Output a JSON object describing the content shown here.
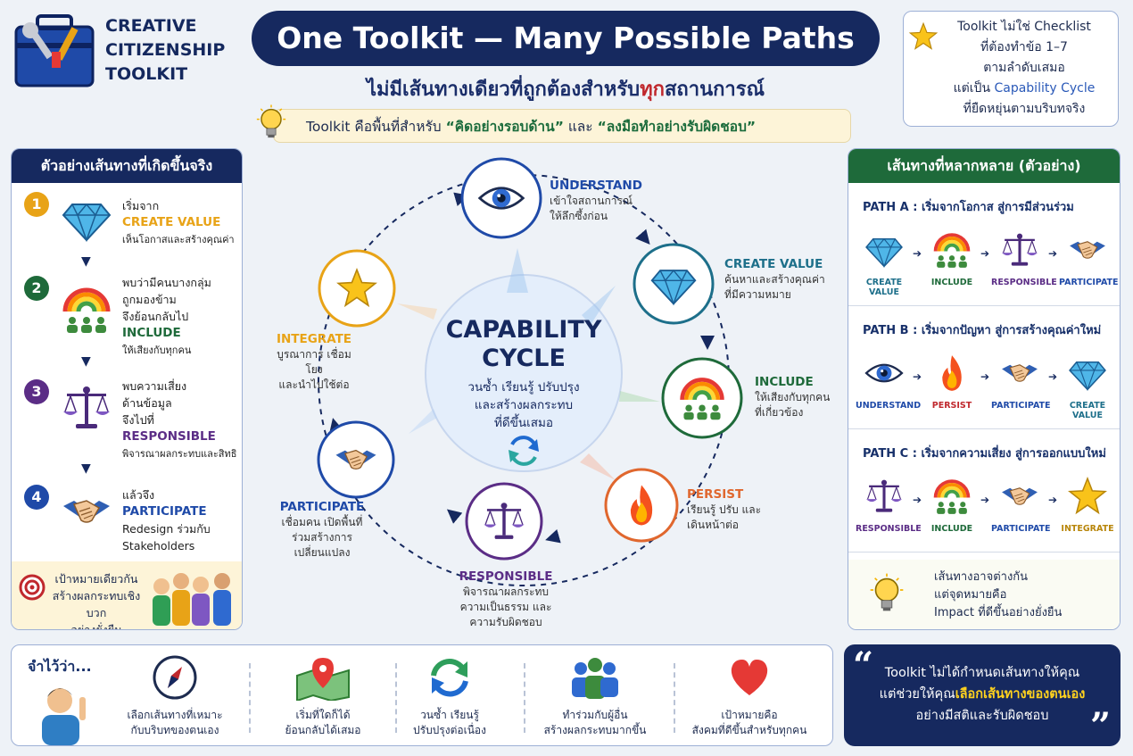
{
  "logo": {
    "line1": "CREATIVE",
    "line2": "CITIZENSHIP",
    "line3": "TOOLKIT"
  },
  "title": "One Toolkit — Many Possible Paths",
  "subtitle": {
    "before": "ไม่มีเส้นทางเดียวที่ถูกต้องสำหรับ",
    "highlight": "ทุก",
    "after": "สถานการณ์"
  },
  "toolkit_note": {
    "a": "Toolkit คือพื้นที่สำหรับ ",
    "q1": "“คิดอย่างรอบด้าน”",
    "mid": " และ ",
    "q2": "“ลงมือทำอย่างรับผิดชอบ”"
  },
  "top_right": {
    "l1": "Toolkit ไม่ใช่ Checklist",
    "l2": "ที่ต้องทำข้อ 1–7",
    "l3": "ตามลำดับเสมอ",
    "l4a": "แต่เป็น ",
    "l4b": "Capability Cycle",
    "l5": "ที่ยืดหยุ่นตามบริบทจริง"
  },
  "left": {
    "header": "ตัวอย่างเส้นทางที่เกิดขึ้นจริง",
    "steps": [
      {
        "num": "1",
        "lines": [
          "เริ่มจาก"
        ],
        "key": "CREATE VALUE",
        "desc": [
          "เห็นโอกาสและสร้างคุณค่า"
        ]
      },
      {
        "num": "2",
        "lines": [
          "พบว่ามีคนบางกลุ่ม",
          "ถูกมองข้าม",
          "จึงย้อนกลับไป"
        ],
        "key": "INCLUDE",
        "desc": [
          "ให้เสียงกับทุกคน"
        ]
      },
      {
        "num": "3",
        "lines": [
          "พบความเสี่ยง",
          "ด้านข้อมูล",
          "จึงไปที่"
        ],
        "key": "RESPONSIBLE",
        "desc": [
          "พิจารณาผลกระทบและสิทธิ"
        ]
      },
      {
        "num": "4",
        "lines": [
          "แล้วจึง"
        ],
        "key": "PARTICIPATE",
        "desc": [
          "Redesign ร่วมกับ",
          "Stakeholders"
        ]
      }
    ],
    "footer": [
      "เป้าหมายเดียวกัน",
      "สร้างผลกระทบเชิงบวก",
      "อย่างยั่งยืน"
    ]
  },
  "cycle": {
    "center": {
      "t1": "CAPABILITY",
      "t2": "CYCLE",
      "s1": "วนซ้ำ เรียนรู้ ปรับปรุง",
      "s2": "และสร้างผลกระทบ",
      "s3": "ที่ดีขึ้นเสมอ"
    },
    "nodes": {
      "understand": {
        "key": "UNDERSTAND",
        "d1": "เข้าใจสถานการณ์",
        "d2": "ให้ลึกซึ้งก่อน"
      },
      "create": {
        "key": "CREATE VALUE",
        "d1": "ค้นหาและสร้างคุณค่า",
        "d2": "ที่มีความหมาย"
      },
      "include": {
        "key": "INCLUDE",
        "d1": "ให้เสียงกับทุกคน",
        "d2": "ที่เกี่ยวข้อง"
      },
      "persist": {
        "key": "PERSIST",
        "d1": "เรียนรู้ ปรับ และ",
        "d2": "เดินหน้าต่อ"
      },
      "responsible": {
        "key": "RESPONSIBLE",
        "d1": "พิจารณาผลกระทบ",
        "d2": "ความเป็นธรรม และ",
        "d3": "ความรับผิดชอบ"
      },
      "participate": {
        "key": "PARTICIPATE",
        "d1": "เชื่อมคน เปิดพื้นที่",
        "d2": "ร่วมสร้างการเปลี่ยนแปลง"
      },
      "integrate": {
        "key": "INTEGRATE",
        "d1": "บูรณาการ เชื่อมโยง",
        "d2": "และนำไปใช้ต่อ"
      }
    }
  },
  "right": {
    "header": "เส้นทางที่หลากหลาย (ตัวอย่าง)",
    "paths": [
      {
        "title": "PATH A : เริ่มจากโอกาส สู่การมีส่วนร่วม",
        "items": [
          "CREATE VALUE",
          "INCLUDE",
          "RESPONSIBLE",
          "PARTICIPATE"
        ]
      },
      {
        "title": "PATH B : เริ่มจากปัญหา สู่การสร้างคุณค่าใหม่",
        "items": [
          "UNDERSTAND",
          "PERSIST",
          "PARTICIPATE",
          "CREATE VALUE"
        ]
      },
      {
        "title": "PATH C : เริ่มจากความเสี่ยง สู่การออกแบบใหม่",
        "items": [
          "RESPONSIBLE",
          "INCLUDE",
          "PARTICIPATE",
          "INTEGRATE"
        ]
      }
    ],
    "footer": [
      "เส้นทางอาจต่างกัน",
      "แต่จุดหมายคือ",
      "Impact ที่ดีขึ้นอย่างยั่งยืน"
    ]
  },
  "bottom": {
    "title": "จำไว้ว่า...",
    "items": [
      {
        "l1": "เลือกเส้นทางที่เหมาะ",
        "l2": "กับบริบทของตนเอง"
      },
      {
        "l1": "เริ่มที่ใดก็ได้",
        "l2": "ย้อนกลับได้เสมอ"
      },
      {
        "l1": "วนซ้ำ เรียนรู้",
        "l2": "ปรับปรุงต่อเนื่อง"
      },
      {
        "l1": "ทำร่วมกับผู้อื่น",
        "l2": "สร้างผลกระทบมากขึ้น"
      },
      {
        "l1": "เป้าหมายคือ",
        "l2": "สังคมที่ดีขึ้นสำหรับทุกคน"
      }
    ]
  },
  "quote": {
    "l1": "Toolkit ไม่ได้กำหนดเส้นทางให้คุณ",
    "l2a": "แต่ช่วยให้คุณ",
    "l2b": "เลือกเส้นทางของตนเอง",
    "l3": "อย่างมีสติและรับผิดชอบ"
  },
  "colors": {
    "navy": "#16295f",
    "green": "#1e6a3a",
    "orange": "#e8a317",
    "purple": "#5b2d86",
    "red": "#c0282d"
  }
}
